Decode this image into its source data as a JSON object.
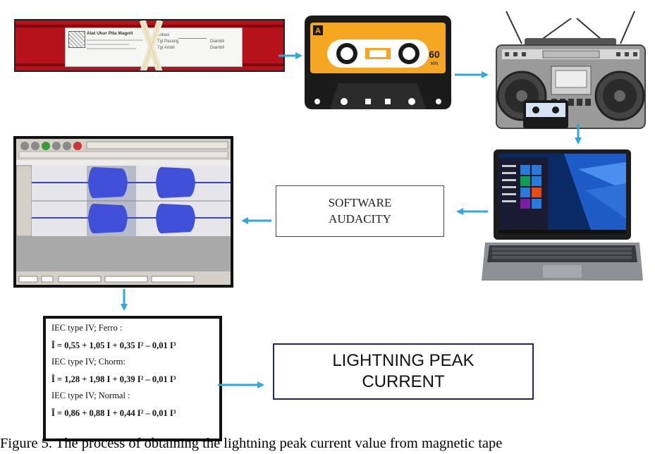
{
  "diagram": {
    "nodes": {
      "tape_card": {
        "title": "Alat Ukur Plta Magnit",
        "rows": [
          "Lokasi",
          "Tgl Pasang",
          "Tgl Ambil"
        ],
        "row_right": [
          "Diambil",
          "Diambil"
        ]
      },
      "cassette": {
        "side": "A",
        "minutes": "60",
        "unit": "MIN"
      },
      "software_box": {
        "line1": "SOFTWARE",
        "line2": "AUDACITY"
      },
      "formula_box": {
        "items": [
          {
            "label": "IEC type IV; Ferro :",
            "equation": "Î = 0,55 + 1,05 I + 0,35 I² – 0,01 I³"
          },
          {
            "label": "IEC type IV; Chorm:",
            "equation": "Î = 1,28 + 1,98 I + 0,39 I² – 0,01 I³"
          },
          {
            "label": "IEC type IV; Normal :",
            "equation": "Î = 0,86 + 0,88 I + 0,44 I² – 0,01 I³"
          }
        ]
      },
      "peak_box": {
        "line1": "LIGHTNING PEAK",
        "line2": "CURRENT"
      }
    },
    "caption": "Figure 5. The process of obtaining the lightning peak current value from magnetic tape"
  },
  "colors": {
    "arrow": "#2ea8de",
    "tape_red": "#b5121b",
    "cassette_orange": "#f5a623",
    "waveform": "#4050d8",
    "peak_border": "#1f2a5c"
  },
  "icons": [
    "magnetic-tape-card",
    "cassette-icon",
    "boombox-icon",
    "laptop-icon",
    "audacity-window"
  ]
}
